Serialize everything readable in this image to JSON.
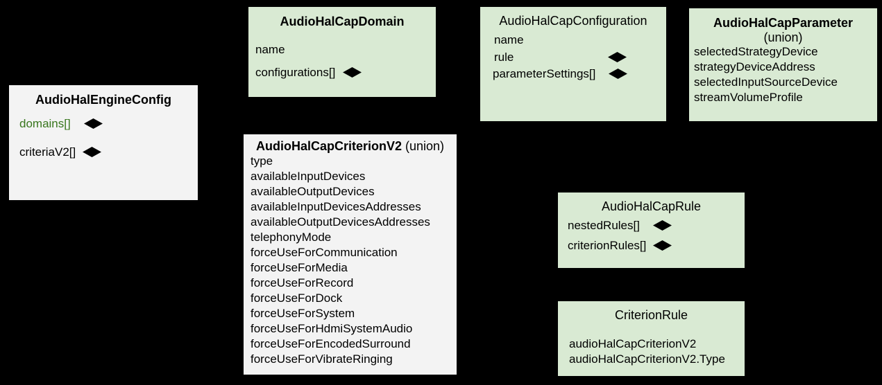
{
  "colors": {
    "background": "#000000",
    "box_green": "#d9ead3",
    "box_gray": "#f3f3f3",
    "line": "#000000",
    "text": "#000000",
    "accent_green_text": "#38761d"
  },
  "boxes": [
    {
      "id": "engine",
      "title": "AudioHalEngineConfig",
      "fields": [
        {
          "label": "domains[]",
          "diamond": true,
          "text_color": "#38761d"
        },
        {
          "label": "criteriaV2[]",
          "diamond": true
        }
      ]
    },
    {
      "id": "domain",
      "title": "AudioHalCapDomain",
      "fields": [
        {
          "label": "name"
        },
        {
          "label": "configurations[]",
          "diamond": true
        }
      ]
    },
    {
      "id": "configuration",
      "title": "AudioHalCapConfiguration",
      "fields": [
        {
          "label": "name"
        },
        {
          "label": "rule",
          "diamond": true
        },
        {
          "label": "parameterSettings[]",
          "diamond": true
        }
      ]
    },
    {
      "id": "parameter",
      "title": "AudioHalCapParameter",
      "title_suffix": "(union)",
      "fields": [
        {
          "label": "selectedStrategyDevice"
        },
        {
          "label": "strategyDeviceAddress"
        },
        {
          "label": "selectedInputSourceDevice"
        },
        {
          "label": "streamVolumeProfile"
        }
      ]
    },
    {
      "id": "criterion",
      "title": "AudioHalCapCriterionV2",
      "title_suffix": "(union)",
      "fields": [
        {
          "label": "type"
        },
        {
          "label": "availableInputDevices"
        },
        {
          "label": "availableOutputDevices"
        },
        {
          "label": "availableInputDevicesAddresses"
        },
        {
          "label": "availableOutputDevicesAddresses"
        },
        {
          "label": "telephonyMode"
        },
        {
          "label": "forceUseForCommunication"
        },
        {
          "label": "forceUseForMedia"
        },
        {
          "label": "forceUseForRecord"
        },
        {
          "label": "forceUseForDock"
        },
        {
          "label": "forceUseForSystem"
        },
        {
          "label": "forceUseForHdmiSystemAudio"
        },
        {
          "label": "forceUseForEncodedSurround"
        },
        {
          "label": "forceUseForVibrateRinging"
        }
      ]
    },
    {
      "id": "rule",
      "title": "AudioHalCapRule",
      "fields": [
        {
          "label": "nestedRules[]",
          "diamond": true
        },
        {
          "label": "criterionRules[]",
          "diamond": true
        }
      ]
    },
    {
      "id": "criterion_rule",
      "title": "CriterionRule",
      "fields": [
        {
          "label": "audioHalCapCriterionV2"
        },
        {
          "label": "audioHalCapCriterionV2.Type"
        }
      ]
    }
  ]
}
